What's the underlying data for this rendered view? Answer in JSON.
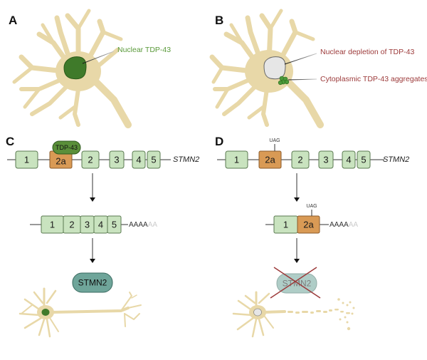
{
  "panels": {
    "A": {
      "letter": "A",
      "callout": "Nuclear TDP-43"
    },
    "B": {
      "letter": "B",
      "callouts": [
        "Nuclear depletion of TDP-43",
        "Cytoplasmic TDP-43 aggregates"
      ]
    },
    "C": {
      "letter": "C",
      "gene": {
        "name": "STMN2",
        "exons": [
          "1",
          "2a",
          "2",
          "3",
          "4",
          "5"
        ],
        "bound_protein": "TDP-43"
      },
      "transcript": {
        "exons": [
          "1",
          "2",
          "3",
          "4",
          "5"
        ],
        "polyA_dark": "AAAA",
        "polyA_faded": "AA"
      },
      "protein": "STMN2",
      "outcome": "healthy neuron"
    },
    "D": {
      "letter": "D",
      "gene": {
        "name": "STMN2",
        "exons": [
          "1",
          "2a",
          "2",
          "3",
          "4",
          "5"
        ],
        "stop_codon": "UAG"
      },
      "transcript": {
        "exons": [
          "1",
          "2a"
        ],
        "stop_codon": "UAG",
        "polyA_dark": "AAAA",
        "polyA_faded": "AA"
      },
      "protein": "STMN2",
      "protein_status": "absent (crossed out)",
      "outcome": "degenerating neuron"
    }
  },
  "colors": {
    "exon_fill": "#c9e3bf",
    "exon_stroke": "#5a7a50",
    "cryptic_exon_fill": "#d99a55",
    "cryptic_exon_stroke": "#8a5a2a",
    "tdp43_fill": "#5a8f3a",
    "nucleus_green": "#3f7a2a",
    "nucleus_depleted": "#e6e6e6",
    "neuron_fill": "#e8d8a8",
    "protein_fill": "#6fa59a",
    "cross_red": "#9c3a3a",
    "callout_green": "#5a9a3a",
    "callout_red": "#9c3a3a"
  }
}
